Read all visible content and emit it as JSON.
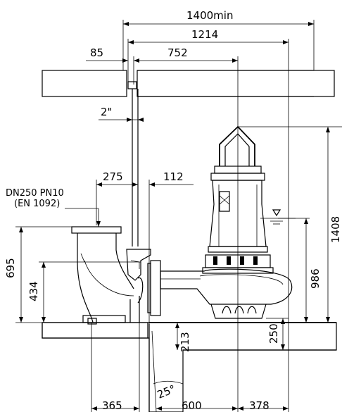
{
  "dimensions": {
    "width_min": "1400min",
    "width_1214": "1214",
    "offset_85": "85",
    "offset_752": "752",
    "pipe_size": "2\"",
    "offset_275": "275",
    "offset_112": "112",
    "flange_line1": "DN250 PN10",
    "flange_line2": "(EN 1092)",
    "height_695": "695",
    "height_434": "434",
    "height_1408": "1408",
    "height_986": "986",
    "height_250": "250",
    "height_213": "213",
    "angle_25": "25°",
    "base_365": "365",
    "base_600": "600",
    "base_378": "378"
  },
  "icons": {
    "water_level": "water-level-triangle-icon"
  }
}
